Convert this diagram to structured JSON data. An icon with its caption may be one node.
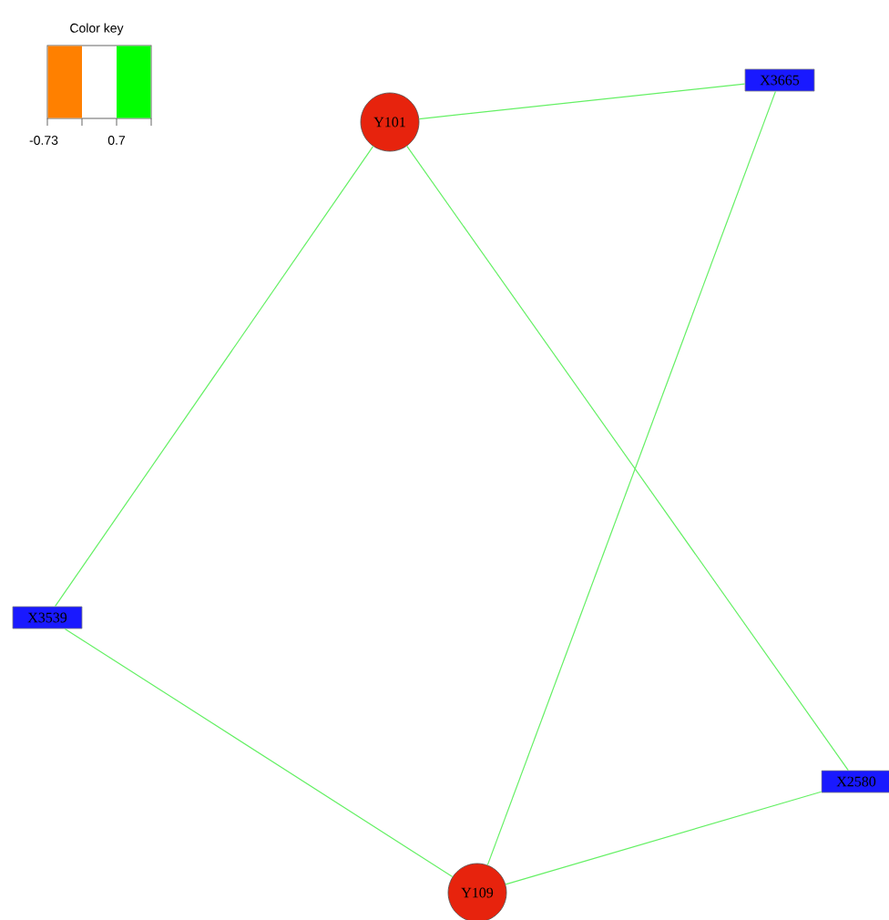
{
  "diagram": {
    "nodes": [
      {
        "text": [
          "Y101"
        ]
      },
      {
        "text": [
          "X3665"
        ]
      },
      {
        "text": [
          "X3539"
        ]
      },
      {
        "text": [
          "X2580"
        ]
      },
      {
        "text": [
          "Y109"
        ]
      }
    ],
    "edges": [
      {
        "from": 0,
        "to": 1,
        "arrow": "none"
      },
      {
        "from": 0,
        "to": 2,
        "arrow": "none"
      },
      {
        "from": 0,
        "to": 3,
        "arrow": "none"
      },
      {
        "from": 4,
        "to": 1,
        "arrow": "none"
      },
      {
        "from": 4,
        "to": 2,
        "arrow": "none"
      },
      {
        "from": 4,
        "to": 3,
        "arrow": "none"
      }
    ],
    "labels": [
      "Color key",
      "-0.73",
      "0.7"
    ]
  }
}
